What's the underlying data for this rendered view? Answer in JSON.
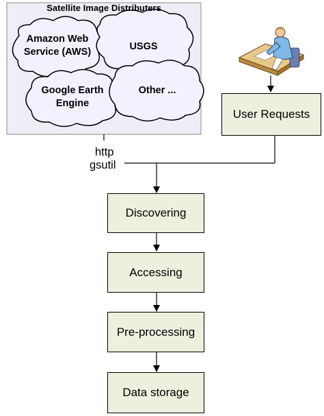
{
  "panel": {
    "title": "Satellite Image Distributers"
  },
  "clouds": [
    {
      "label_line1": "Amazon Web",
      "label_line2": "Service (AWS)"
    },
    {
      "label_line1": "USGS"
    },
    {
      "label_line1": "Google Earth",
      "label_line2": "Engine"
    },
    {
      "label_line1": "Other ..."
    }
  ],
  "protocols": {
    "line1": "http",
    "line2": "gsutil"
  },
  "user_requests": "User Requests",
  "steps": [
    "Discovering",
    "Accessing",
    "Pre-processing",
    "Data storage"
  ],
  "icon": "user-at-desk-icon"
}
